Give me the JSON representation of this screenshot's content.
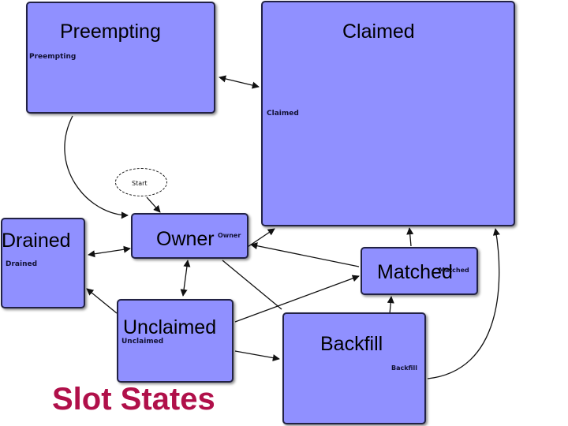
{
  "diagram": {
    "title": "Slot States",
    "start_label": "Start",
    "states": {
      "preempting": {
        "label": "Preempting",
        "inner_label": "Preempting"
      },
      "claimed": {
        "label": "Claimed",
        "inner_label": "Claimed"
      },
      "drained": {
        "label": "Drained",
        "inner_label": "Drained"
      },
      "owner": {
        "label": "Owner",
        "inner_label": "Owner"
      },
      "matched": {
        "label": "Matched",
        "inner_label": "Matched"
      },
      "unclaimed": {
        "label": "Unclaimed",
        "inner_label": "Unclaimed"
      },
      "backfill": {
        "label": "Backfill",
        "inner_label": "Backfill"
      }
    },
    "colors": {
      "state_fill": "#9090ff",
      "state_border": "#222244",
      "title": "#b0104a"
    }
  }
}
